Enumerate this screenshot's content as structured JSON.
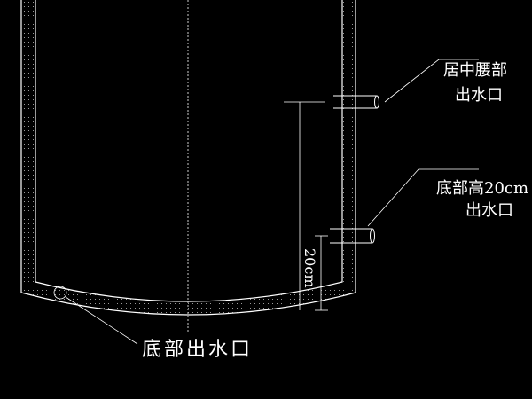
{
  "labels": {
    "middle_outlet_line1": "居中腰部",
    "middle_outlet_line2": "出水口",
    "low_outlet_line1": "底部高20cm",
    "low_outlet_line2": "出水口",
    "bottom_outlet": "底部出水口",
    "dimension": "20cm"
  },
  "colors": {
    "background": "#000000",
    "lines": "#ffffff"
  }
}
